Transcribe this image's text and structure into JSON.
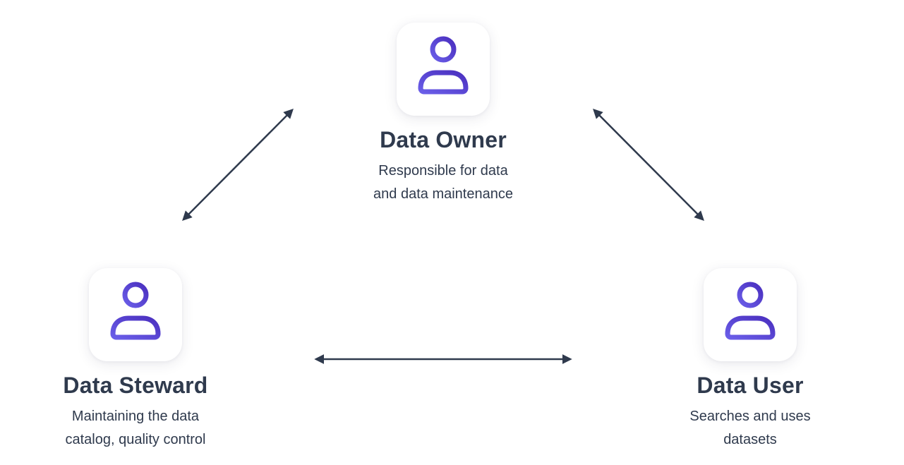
{
  "roles": {
    "owner": {
      "title": "Data Owner",
      "desc_line1": "Responsible for data",
      "desc_line2": "and data maintenance",
      "icon": "person-icon"
    },
    "steward": {
      "title": "Data Steward",
      "desc_line1": "Maintaining the data",
      "desc_line2": "catalog, quality control",
      "icon": "person-icon"
    },
    "user": {
      "title": "Data User",
      "desc_line1": "Searches and uses",
      "desc_line2": "datasets",
      "icon": "person-icon"
    }
  },
  "colors": {
    "icon_gradient_start": "#6a5ee8",
    "icon_gradient_end": "#4a2fbf",
    "arrow": "#2f3a4d",
    "text": "#2f3a4d"
  },
  "connections": [
    {
      "from": "owner",
      "to": "steward",
      "type": "bidirectional"
    },
    {
      "from": "owner",
      "to": "user",
      "type": "bidirectional"
    },
    {
      "from": "steward",
      "to": "user",
      "type": "bidirectional"
    }
  ]
}
